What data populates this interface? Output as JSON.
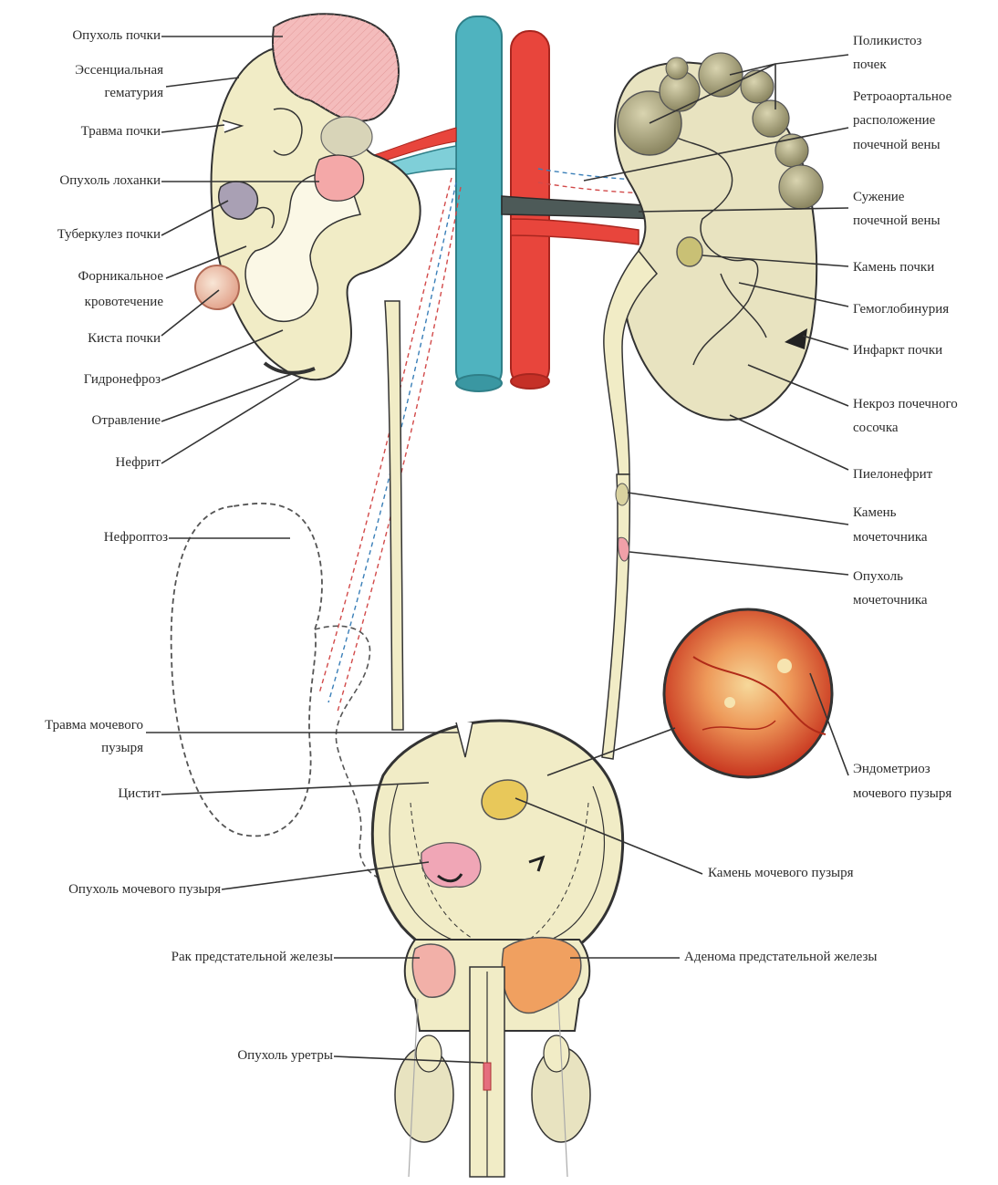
{
  "diagram": {
    "left_labels": {
      "kidney_tumor": "Опухоль почки",
      "essential_hematuria_1": "Эссенциальная",
      "essential_hematuria_2": "гематурия",
      "kidney_trauma": "Травма почки",
      "pelvis_tumor": "Опухоль лоханки",
      "kidney_tb": "Туберкулез почки",
      "fornical_bleeding_1": "Форникальное",
      "fornical_bleeding_2": "кровотечение",
      "kidney_cyst": "Киста почки",
      "hydronephrosis": "Гидронефроз",
      "poisoning": "Отравление",
      "nephritis": "Нефрит",
      "nephroptosis": "Нефроптоз",
      "bladder_trauma_1": "Травма мочевого",
      "bladder_trauma_2": "пузыря",
      "cystitis": "Цистит",
      "bladder_tumor": "Опухоль мочевого пузыря",
      "prostate_cancer": "Рак предстательной железы",
      "urethra_tumor": "Опухоль уретры"
    },
    "right_labels": {
      "polycystic_1": "Поликистоз",
      "polycystic_2": "почек",
      "retroaortic_1": "Ретроаортальное",
      "retroaortic_2": "расположение",
      "retroaortic_3": "почечной вены",
      "vein_narrowing_1": "Сужение",
      "vein_narrowing_2": "почечной вены",
      "kidney_stone": "Камень почки",
      "hemoglobinuria": "Гемоглобинурия",
      "kidney_infarct": "Инфаркт почки",
      "papillary_necrosis_1": "Некроз почечного",
      "papillary_necrosis_2": "сосочка",
      "pyelonephritis": "Пиелонефрит",
      "ureter_stone_1": "Камень",
      "ureter_stone_2": "мочеточника",
      "ureter_tumor_1": "Опухоль",
      "ureter_tumor_2": "мочеточника",
      "endometriosis_1": "Эндометриоз",
      "endometriosis_2": "мочевого пузыря",
      "bladder_stone": "Камень мочевого пузыря",
      "prostate_adenoma": "Аденома предстательной железы"
    },
    "colors": {
      "organ_fill": "#f1ecc6",
      "vena_cava": "#4fb3bf",
      "aorta": "#e8453c",
      "tumor_pink": "#f0a8a8",
      "adenoma_orange": "#f0a060",
      "stone_yellow": "#e8c85a",
      "endometriosis": "#e8603a",
      "outline": "#333333"
    }
  }
}
